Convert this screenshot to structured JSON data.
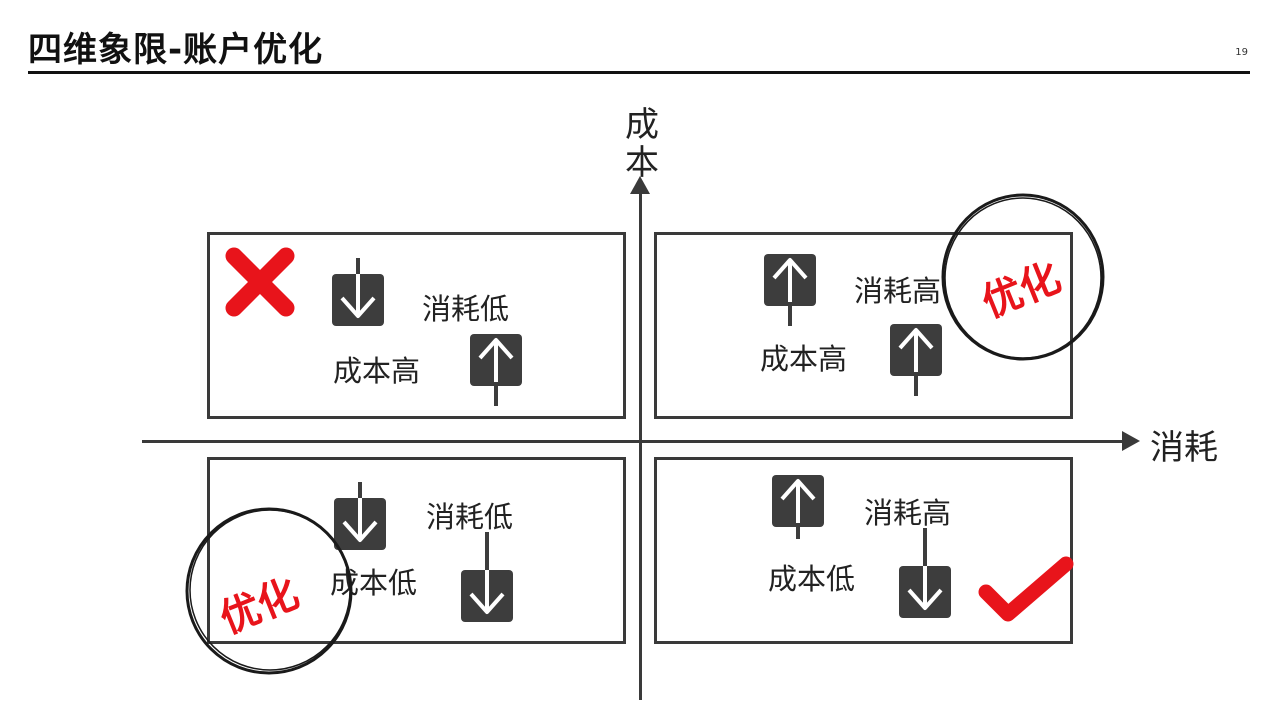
{
  "header": {
    "title": "四维象限-账户优化",
    "page_number": "19"
  },
  "axes": {
    "y_label": "成本",
    "x_label": "消耗"
  },
  "quadrants": {
    "top_left": {
      "consumption": "消耗低",
      "cost": "成本高",
      "mark": "cross-icon"
    },
    "top_right": {
      "consumption": "消耗高",
      "cost": "成本高",
      "badge": "优化"
    },
    "bottom_left": {
      "consumption": "消耗低",
      "cost": "成本低",
      "badge": "优化"
    },
    "bottom_right": {
      "consumption": "消耗高",
      "cost": "成本低",
      "mark": "check-icon"
    }
  },
  "colors": {
    "accent_red": "#e8141b",
    "dark_gray": "#3d3d3d"
  }
}
